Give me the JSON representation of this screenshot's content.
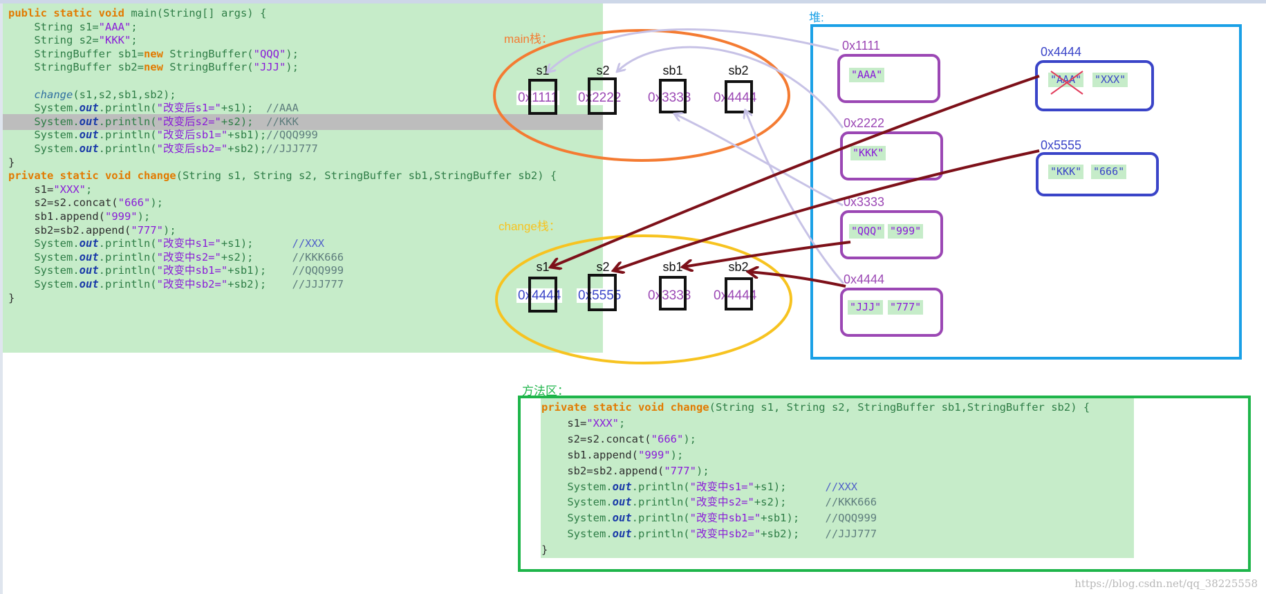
{
  "main_code": {
    "lines": [
      {
        "kw": "public static void ",
        "rest": "main(String[] args) {"
      },
      {
        "indent": "    ",
        "type": "String s1=",
        "str": "\"AAA\"",
        "end": ";"
      },
      {
        "indent": "    ",
        "type": "String s2=",
        "str": "\"KKK\"",
        "end": ";"
      },
      {
        "indent": "    ",
        "type": "StringBuffer sb1=",
        "kw": "new ",
        "type2": "StringBuffer(",
        "str": "\"QQQ\"",
        "end": ");"
      },
      {
        "indent": "    ",
        "type": "StringBuffer sb2=",
        "kw": "new ",
        "type2": "StringBuffer(",
        "str": "\"JJJ\"",
        "end": ");"
      },
      {
        "text": ""
      },
      {
        "indent": "    ",
        "call": "change",
        "rest": "(s1,s2,sb1,sb2);"
      },
      {
        "indent": "    ",
        "sys": "System.",
        "field": "out",
        "rest": ".println(",
        "str": "\"改变后s1=\"",
        "end": "+s1);  ",
        "cmt": "//AAA"
      },
      {
        "indent": "    ",
        "sys": "System.",
        "field": "out",
        "rest": ".println(",
        "str": "\"改变后s2=\"",
        "end": "+s2);  ",
        "cmt": "//KKK"
      },
      {
        "indent": "    ",
        "sys": "System.",
        "field": "out",
        "rest": ".println(",
        "str": "\"改变后sb1=\"",
        "end": "+sb1);",
        "cmt": "//QQQ999"
      },
      {
        "indent": "    ",
        "sys": "System.",
        "field": "out",
        "rest": ".println(",
        "str": "\"改变后sb2=\"",
        "end": "+sb2);",
        "cmt": "//JJJ777"
      },
      {
        "text": "}"
      },
      {
        "kw": "private static void ",
        "call2": "change",
        "rest": "(String s1, String s2, StringBuffer sb1,StringBuffer sb2) {"
      },
      {
        "indent": "    ",
        "plain": "s1=",
        "str": "\"XXX\"",
        "end": ";"
      },
      {
        "indent": "    ",
        "plain": "s2=s2.concat(",
        "str": "\"666\"",
        "end": ");"
      },
      {
        "indent": "    ",
        "plain": "sb1.append(",
        "str": "\"999\"",
        "end": ");"
      },
      {
        "indent": "    ",
        "plain": "sb2=sb2.append(",
        "str": "\"777\"",
        "end": ");"
      },
      {
        "indent": "    ",
        "sys": "System.",
        "field": "out",
        "rest": ".println(",
        "str": "\"改变中s1=\"",
        "end": "+s1);      ",
        "cmtb": "//XXX"
      },
      {
        "indent": "    ",
        "sys": "System.",
        "field": "out",
        "rest": ".println(",
        "str": "\"改变中s2=\"",
        "end": "+s2);      ",
        "cmt": "//KKK666"
      },
      {
        "indent": "    ",
        "sys": "System.",
        "field": "out",
        "rest": ".println(",
        "str": "\"改变中sb1=\"",
        "end": "+sb1);    ",
        "cmt": "//QQQ999"
      },
      {
        "indent": "    ",
        "sys": "System.",
        "field": "out",
        "rest": ".println(",
        "str": "\"改变中sb2=\"",
        "end": "+sb2);    ",
        "cmt": "//JJJ777"
      },
      {
        "text": "}"
      }
    ]
  },
  "method_code": {
    "lines": [
      {
        "kw": "private static void ",
        "call2": "change",
        "rest": "(String s1, String s2, StringBuffer sb1,StringBuffer sb2) {"
      },
      {
        "indent": "    ",
        "plain": "s1=",
        "str": "\"XXX\"",
        "end": ";"
      },
      {
        "indent": "    ",
        "plain": "s2=s2.concat(",
        "str": "\"666\"",
        "end": ");"
      },
      {
        "indent": "    ",
        "plain": "sb1.append(",
        "str": "\"999\"",
        "end": ");"
      },
      {
        "indent": "    ",
        "plain": "sb2=sb2.append(",
        "str": "\"777\"",
        "end": ");"
      },
      {
        "indent": "    ",
        "sys": "System.",
        "field": "out",
        "rest": ".println(",
        "str": "\"改变中s1=\"",
        "end": "+s1);      ",
        "cmtb": "//XXX"
      },
      {
        "indent": "    ",
        "sys": "System.",
        "field": "out",
        "rest": ".println(",
        "str": "\"改变中s2=\"",
        "end": "+s2);      ",
        "cmt": "//KKK666"
      },
      {
        "indent": "    ",
        "sys": "System.",
        "field": "out",
        "rest": ".println(",
        "str": "\"改变中sb1=\"",
        "end": "+sb1);    ",
        "cmt": "//QQQ999"
      },
      {
        "indent": "    ",
        "sys": "System.",
        "field": "out",
        "rest": ".println(",
        "str": "\"改变中sb2=\"",
        "end": "+sb2);    ",
        "cmt": "//JJJ777"
      },
      {
        "text": "}"
      }
    ]
  },
  "main_stack": {
    "label": "main栈：",
    "vars": [
      {
        "name": "s1",
        "addr": "0x1111"
      },
      {
        "name": "s2",
        "addr": "0x2222"
      },
      {
        "name": "sb1",
        "addr": "0x3333"
      },
      {
        "name": "sb2",
        "addr": "0x4444"
      }
    ]
  },
  "change_stack": {
    "label": "change栈：",
    "vars": [
      {
        "name": "s1",
        "addr": "0x4444"
      },
      {
        "name": "s2",
        "addr": "0x5555"
      },
      {
        "name": "sb1",
        "addr": "0x3333"
      },
      {
        "name": "sb2",
        "addr": "0x4444"
      }
    ]
  },
  "heap": {
    "label": "堆:",
    "objects": [
      {
        "addr": "0x1111",
        "values": [
          "\"AAA\""
        ]
      },
      {
        "addr": "0x2222",
        "values": [
          "\"KKK\""
        ]
      },
      {
        "addr": "0x3333",
        "values": [
          "\"QQQ\"",
          "\"999\""
        ]
      },
      {
        "addr": "0x4444",
        "values": [
          "\"JJJ\"",
          "\"777\""
        ]
      },
      {
        "addr": "0x4444",
        "values": [
          "\"AAA\"",
          "\"XXX\""
        ],
        "crossed": "\"AAA\""
      },
      {
        "addr": "0x5555",
        "values": [
          "\"KKK\"",
          "\"666\""
        ]
      }
    ]
  },
  "method_area": {
    "label": "方法区："
  },
  "watermark": "https://blog.csdn.net/qq_38225558",
  "colors": {
    "main_stack_border": "#f47b32",
    "change_stack_border": "#f7c320",
    "heap_border": "#1aa0e6",
    "method_area_border": "#1eb54a",
    "heap_object_border": "#9b47b4",
    "heap_new_object_border": "#3a44c8",
    "old_arrow": "#c7c2e6",
    "new_arrow": "#7d1019"
  }
}
